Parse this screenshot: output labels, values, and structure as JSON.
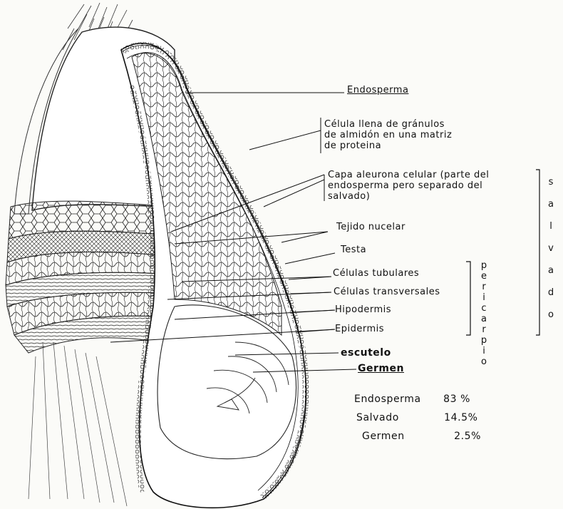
{
  "labels": {
    "endosperma": "Endosperma",
    "celula_llena": [
      "Célula llena de gránulos",
      "de almidón en una matriz",
      "de proteina"
    ],
    "capa_aleurona": [
      "Capa aleurona celular (parte del",
      "endosperma pero separado del",
      "salvado)"
    ],
    "tejido_nucelar": "Tejido nucelar",
    "testa": "Testa",
    "celulas_tubulares": "Células tubulares",
    "celulas_transversales": "Células transversales",
    "hipodermis": "Hipodermis",
    "epidermis": "Epidermis",
    "escutelo": "escutelo",
    "germen": "Germen"
  },
  "brackets": {
    "salvado": [
      "s",
      "a",
      "l",
      "v",
      "a",
      "d",
      "o"
    ],
    "pericarpio": [
      "p",
      "e",
      "r",
      "i",
      "c",
      "a",
      "r",
      "p",
      "i",
      "o"
    ]
  },
  "composition": [
    {
      "name": "Endosperma",
      "value": "83 %"
    },
    {
      "name": "Salvado",
      "value": "14.5%"
    },
    {
      "name": "Germen",
      "value": "2.5%"
    }
  ]
}
